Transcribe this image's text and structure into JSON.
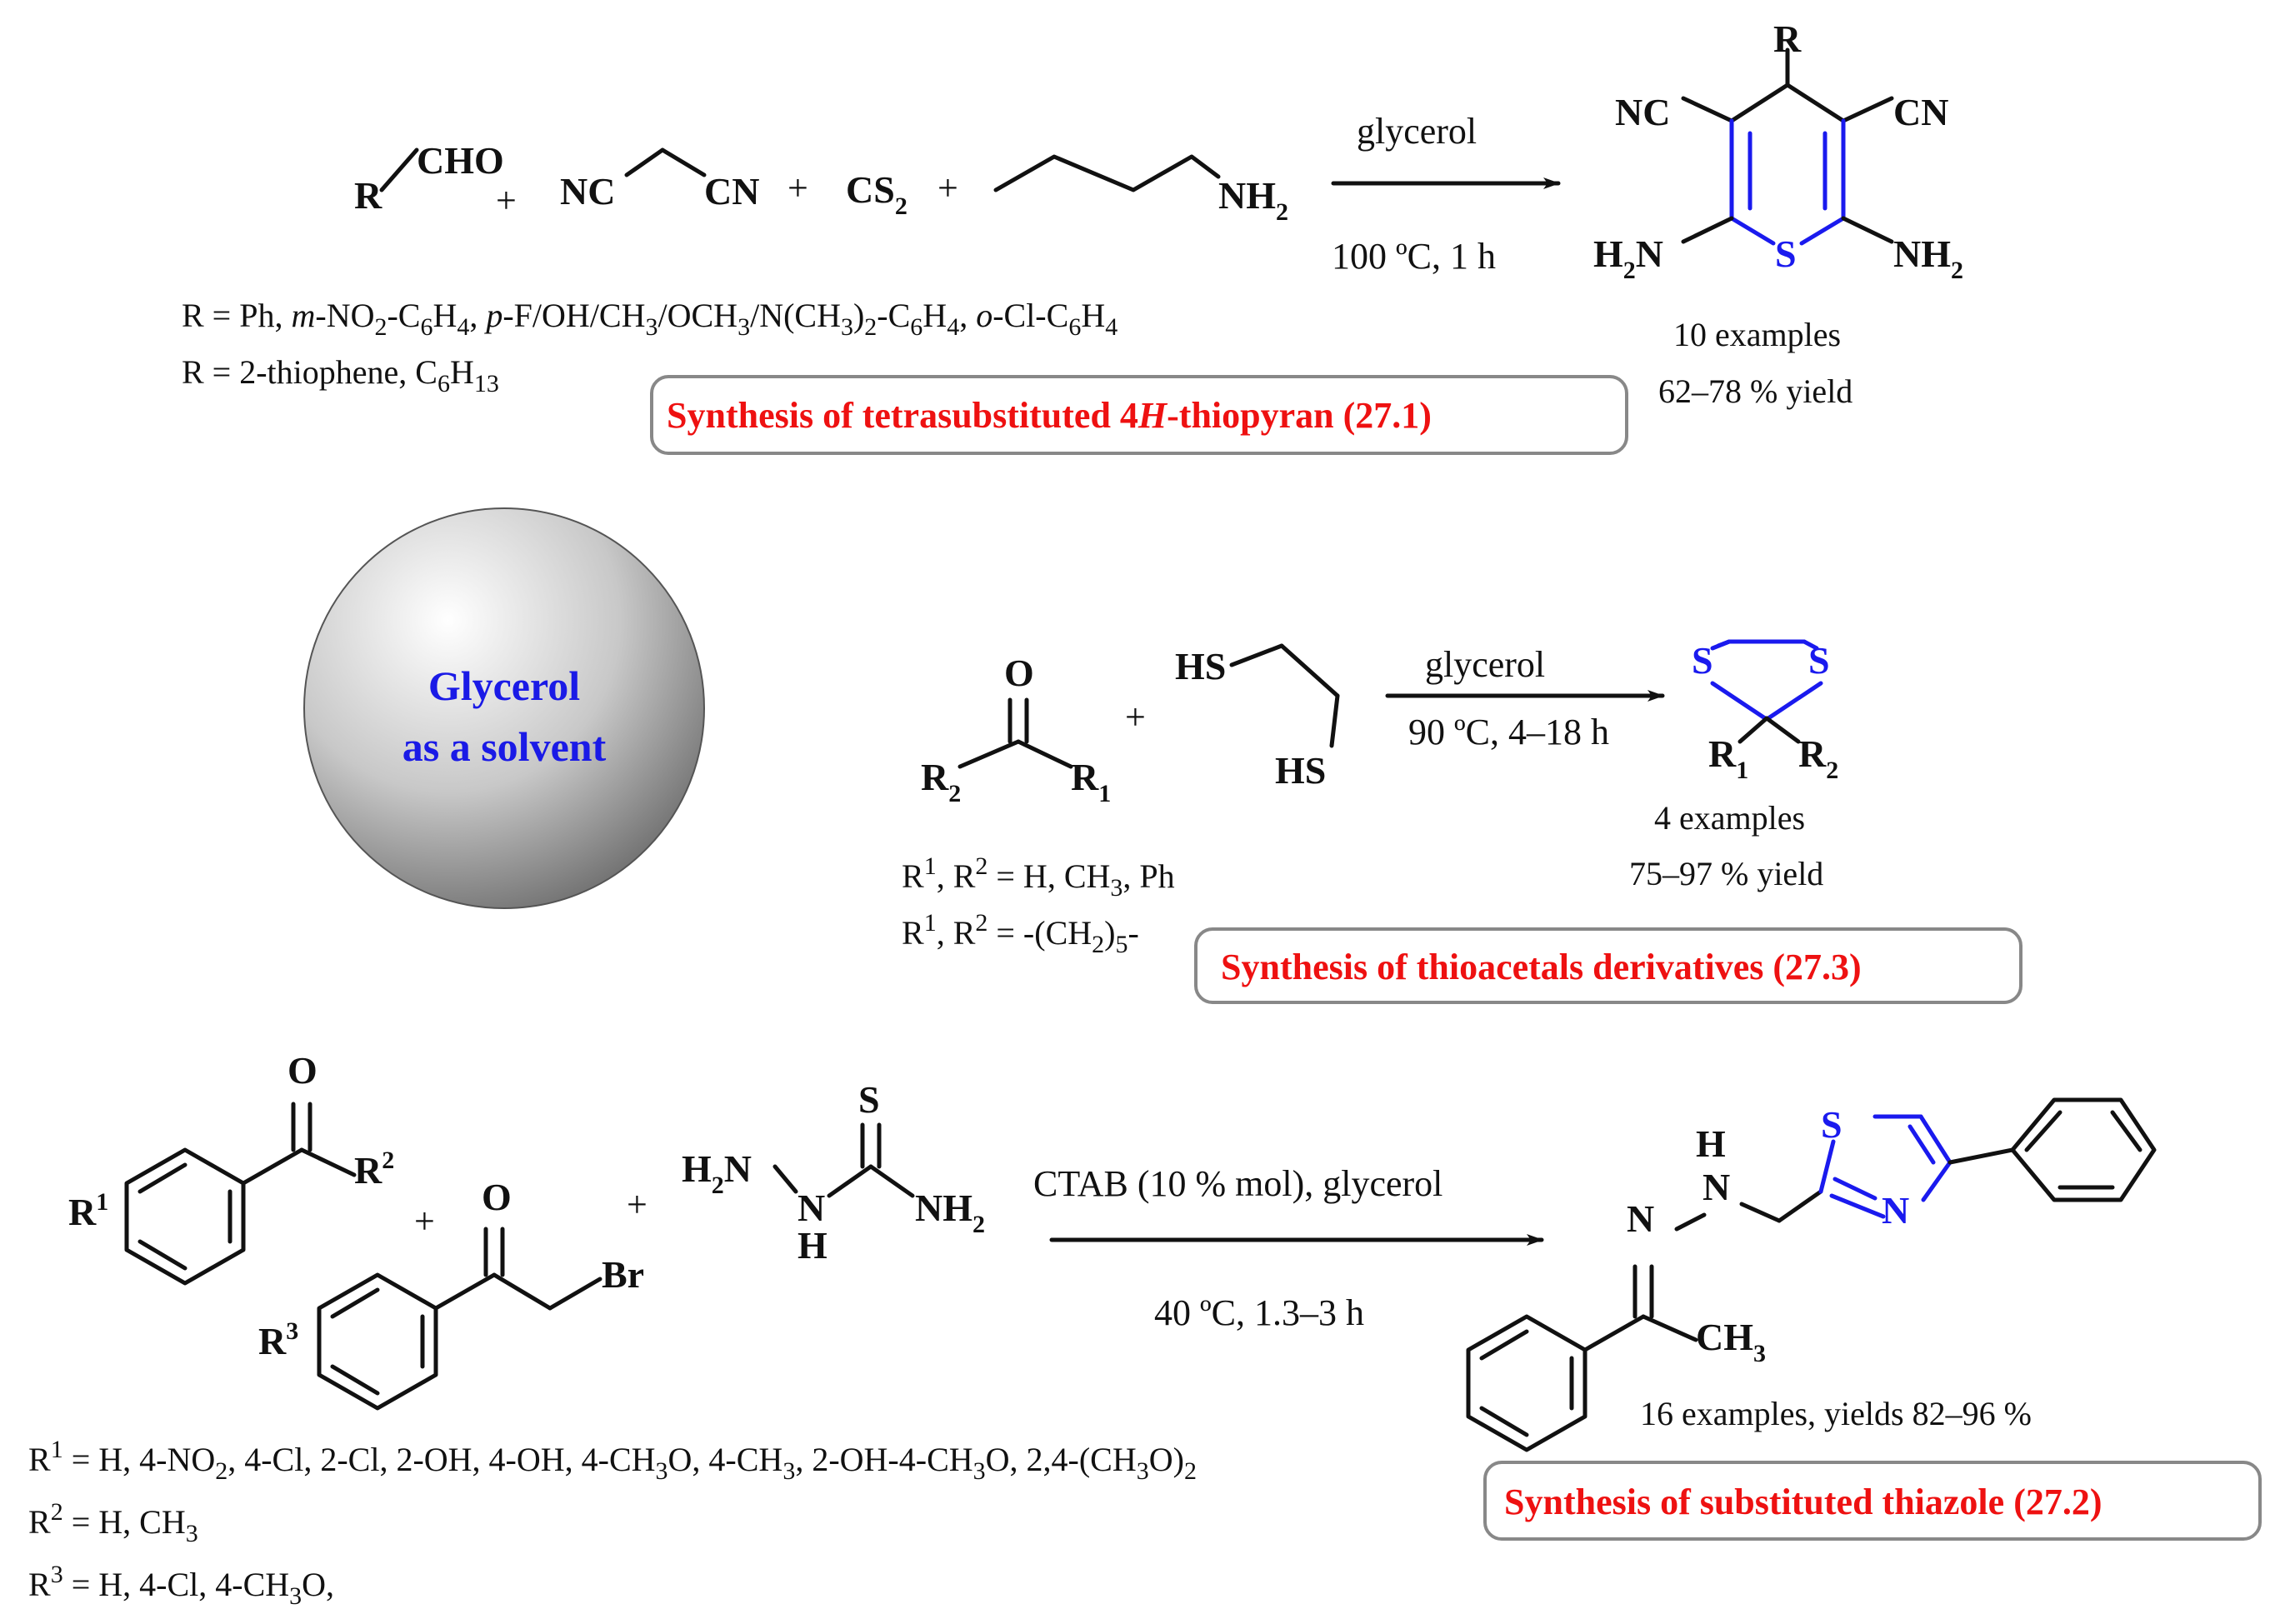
{
  "center": {
    "line1": "Glycerol",
    "line2": "as a solvent",
    "gradient_light": "#ffffff",
    "gradient_dark": "#6f6f6f"
  },
  "colors": {
    "title": "#ee1111",
    "heteroatom": "#1a1aee",
    "box_border": "#888888",
    "text": "#111111"
  },
  "reaction1": {
    "title_prefix": "Synthesis of tetrasubstituted 4",
    "title_italic": "H",
    "title_suffix": "-thiopyran (27.1)",
    "reagent_aldehyde": "CHO",
    "reagent_R": "R",
    "plus": "+",
    "nc": "NC",
    "cn": "CN",
    "cs": "CS",
    "cs_sub": "2",
    "nh": "NH",
    "nh_sub": "2",
    "condition_top": "glycerol",
    "condition_bottom": "100 ºC, 1 h",
    "product_R": "R",
    "product_NC": "NC",
    "product_CN": "CN",
    "product_S": "S",
    "product_H2N_h": "H",
    "product_H2N_sub": "2",
    "product_H2N_n": "N",
    "product_NH2_n": "NH",
    "product_NH2_sub": "2",
    "examples": "10 examples",
    "yield": "62–78 % yield",
    "note1": "R = Ph, m-NO2-C6H4, p-F/OH/CH3/OCH3/N(CH3)2-C6H4, o-Cl-C6H4",
    "note2": "R = 2-thiophene, C6H13"
  },
  "reaction2": {
    "title": "Synthesis of thioacetals derivatives (27.3)",
    "O": "O",
    "R2": "R",
    "R2_sub": "2",
    "R1": "R",
    "R1_sub": "1",
    "plus": "+",
    "HS_top": "HS",
    "HS_bottom": "HS",
    "condition_top": "glycerol",
    "condition_bottom": "90 ºC, 4–18 h",
    "product_S1": "S",
    "product_S2": "S",
    "product_R1": "R",
    "product_R1_sub": "1",
    "product_R2": "R",
    "product_R2_sub": "2",
    "examples": "4 examples",
    "yield": "75–97 % yield",
    "note1": "R1, R2 = H, CH3, Ph",
    "note2": "R1, R2 = -(CH2)5-"
  },
  "reaction3": {
    "title": "Synthesis of substituted thiazole (27.2)",
    "O1": "O",
    "R1": "R",
    "R1_sup": "1",
    "R2": "R",
    "R2_sup": "2",
    "O2": "O",
    "Br": "Br",
    "R3": "R",
    "R3_sup": "3",
    "plus": "+",
    "S_thio": "S",
    "H2N_h": "H",
    "H2N_sub": "2",
    "H2N_n": "N",
    "N_mid": "N",
    "H_mid": "H",
    "NH2": "NH",
    "NH2_sub": "2",
    "condition_top": "CTAB (10 % mol), glycerol",
    "condition_bottom": "40 ºC, 1.3–3 h",
    "product_H": "H",
    "product_N1": "N",
    "product_N2": "N",
    "product_S": "S",
    "product_N3": "N",
    "product_CH3": "CH",
    "product_CH3_sub": "3",
    "examples": "16 examples, yields 82–96 %",
    "note1": "R1 = H, 4-NO2, 4-Cl, 2-Cl, 2-OH, 4-OH, 4-CH3O, 4-CH3, 2-OH-4-CH3O, 2,4-(CH3O)2",
    "note2": "R2 = H, CH3",
    "note3": "R3 = H, 4-Cl, 4-CH3O,"
  }
}
